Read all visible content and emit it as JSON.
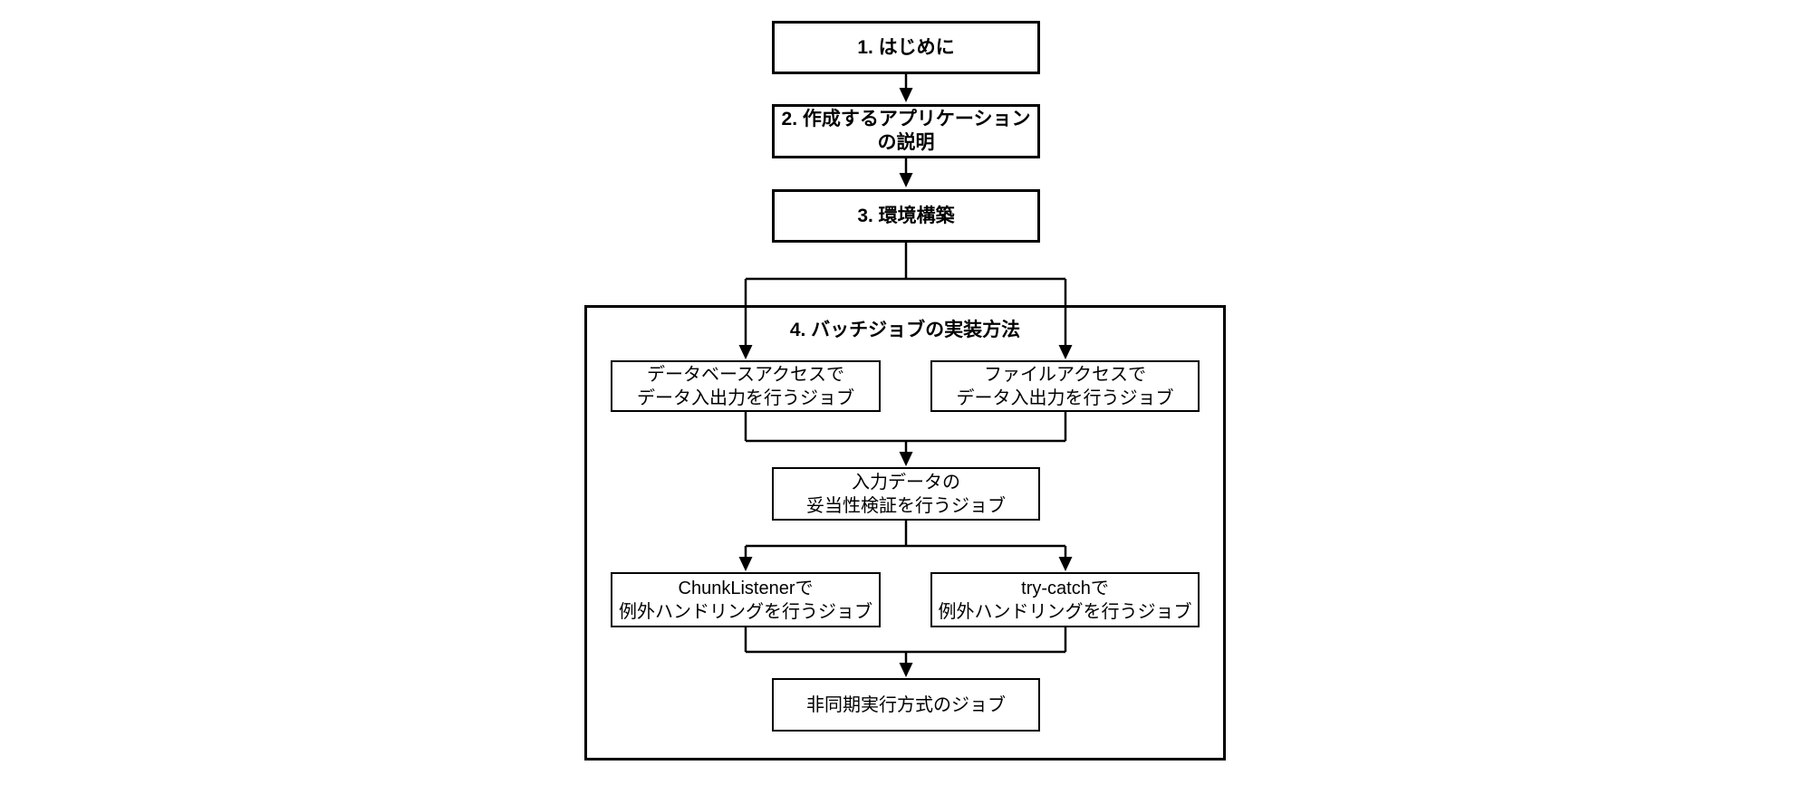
{
  "diagram": {
    "type": "flowchart",
    "colors": {
      "background": "#ffffff",
      "line": "#000000",
      "box_fill": "#ffffff",
      "text": "#000000"
    },
    "nodes": {
      "intro": "1. はじめに",
      "app_description": "2. 作成するアプリケーション\nの説明",
      "env_setup": "3. 環境構築",
      "batch_group_title": "4. バッチジョブの実装方法",
      "db_access_job": "データベースアクセスで\nデータ入出力を行うジョブ",
      "file_access_job": "ファイルアクセスで\nデータ入出力を行うジョブ",
      "validation_job": "入力データの\n妥当性検証を行うジョブ",
      "chunk_listener_job": "ChunkListenerで\n例外ハンドリングを行うジョブ",
      "try_catch_job": "try-catchで\n例外ハンドリングを行うジョブ",
      "async_job": "非同期実行方式のジョブ"
    }
  }
}
